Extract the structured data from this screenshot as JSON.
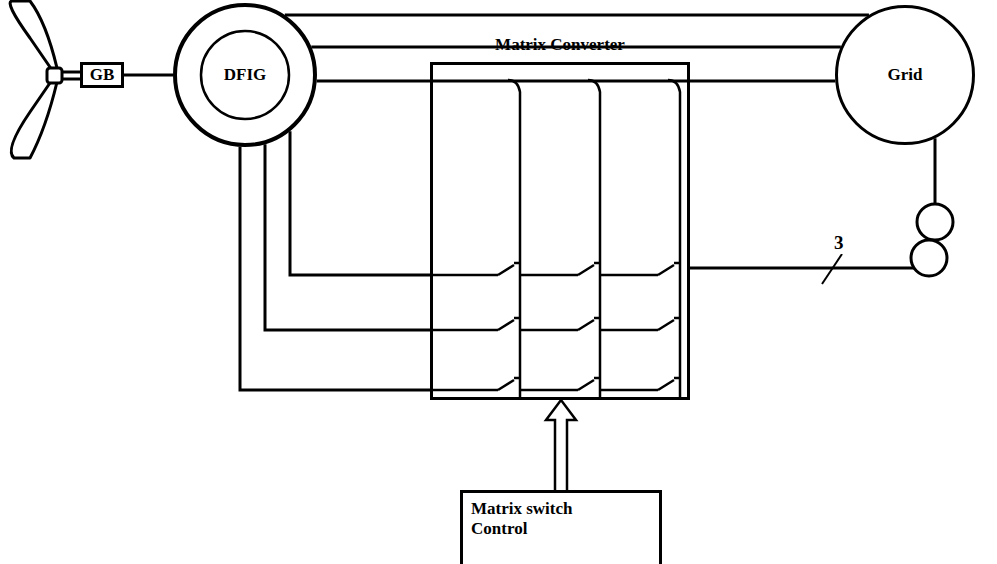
{
  "diagram": {
    "nodes": [
      {
        "text": [
          "GB"
        ]
      },
      {
        "text": [
          "DFIG"
        ]
      },
      {
        "text": [
          "Grid"
        ]
      },
      {
        "text": [
          "Matrix Converter"
        ]
      },
      {
        "text": [
          "Matrix switch Control"
        ]
      }
    ],
    "edges": [
      {
        "from": 0,
        "to": 1,
        "arrow": "none"
      },
      {
        "from": 1,
        "to": 2,
        "arrow": "none"
      },
      {
        "from": 1,
        "to": 3,
        "arrow": "none"
      },
      {
        "from": 3,
        "to": 2,
        "arrow": "none",
        "label": "3"
      },
      {
        "from": 4,
        "to": 3,
        "arrow": "to"
      }
    ]
  }
}
